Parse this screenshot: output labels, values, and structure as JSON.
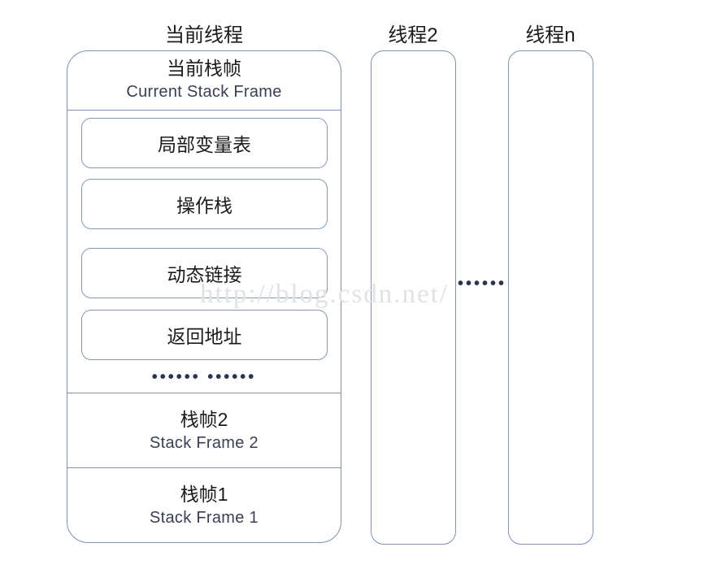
{
  "diagram": {
    "title_current_thread": "当前线程",
    "title_thread_2": "线程2",
    "title_thread_n": "线程n",
    "watermark": "http://blog.csdn.net/",
    "colors": {
      "border": "#7b90b3",
      "inner_border": "#8398bb",
      "background": "#ffffff",
      "text": "#1b1b1b",
      "english_text": "#3a3f55",
      "watermark": "#e2e2e4",
      "dots": "#2c3550"
    },
    "current_frame": {
      "header_cn": "当前栈帧",
      "header_en": "Current Stack Frame",
      "components": [
        {
          "label": "局部变量表"
        },
        {
          "label": "操作栈"
        },
        {
          "label": "动态链接"
        },
        {
          "label": "返回地址"
        }
      ],
      "more_indicator": "•••••• ••••••"
    },
    "frames": [
      {
        "cn": "栈帧2",
        "en": "Stack Frame 2"
      },
      {
        "cn": "栈帧1",
        "en": "Stack Frame 1"
      }
    ],
    "threads_ellipsis": "••••••"
  }
}
